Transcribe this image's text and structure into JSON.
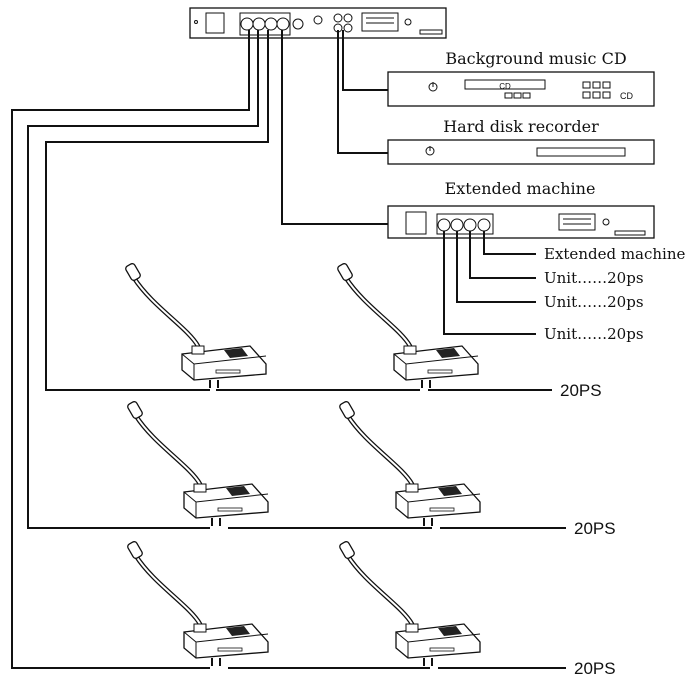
{
  "devices": {
    "cd_label": "Background music CD",
    "cd_tag": "CD",
    "cd_display": "CD",
    "recorder_label": "Hard disk recorder",
    "extender_label": "Extended machine"
  },
  "extender_outputs": [
    "Extended machine",
    "Unit……20ps",
    "Unit……20ps",
    "Unit……20ps"
  ],
  "chain_labels": [
    "20PS",
    "20PS",
    "20PS"
  ]
}
